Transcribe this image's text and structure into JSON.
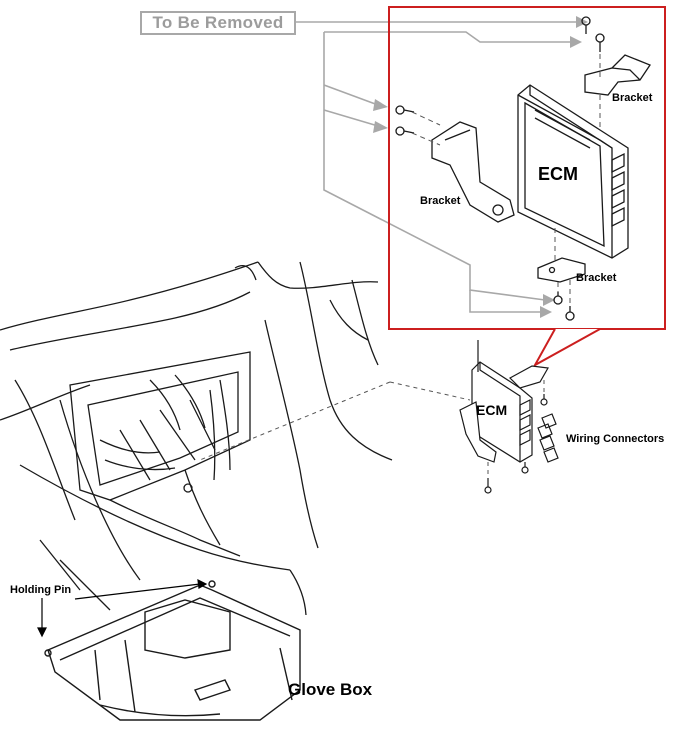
{
  "callouts": {
    "to_be_removed": "To Be Removed",
    "bracket_top": "Bracket",
    "bracket_left": "Bracket",
    "bracket_bottom": "Bracket",
    "ecm_detail": "ECM",
    "ecm_installed": "ECM",
    "wiring_connectors": "Wiring Connectors",
    "holding_pin": "Holding Pin",
    "glove_box": "Glove Box"
  },
  "colors": {
    "detail_frame": "#cc1f1f",
    "removed_leader": "#a8a8a8",
    "line_art": "#1a1a1a"
  }
}
